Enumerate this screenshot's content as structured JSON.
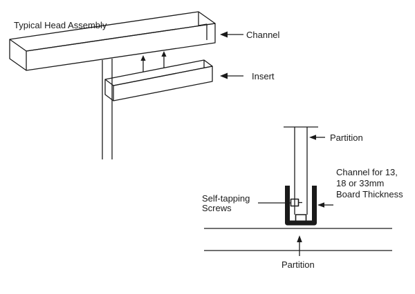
{
  "diagram": {
    "title": "Typical Head Assembly",
    "head_assembly": {
      "channel_label": "Channel",
      "insert_label": "Insert"
    },
    "detail": {
      "partition_top_label": "Partition",
      "channel_spec": "Channel for 13,\n18 or 33mm\nBoard Thickness",
      "screws_label": "Self-tapping\nScrews",
      "partition_bottom_label": "Partition"
    },
    "colors": {
      "line": "#1a1a1a",
      "background": "#ffffff"
    }
  }
}
